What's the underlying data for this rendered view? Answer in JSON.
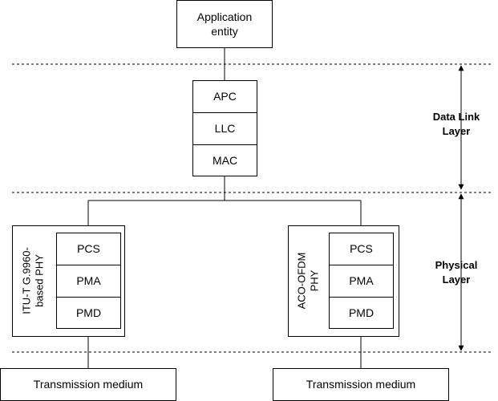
{
  "application": {
    "label": "Application\nentity"
  },
  "data_link_stack": [
    "APC",
    "LLC",
    "MAC"
  ],
  "phy_left": {
    "title": "ITU-T G.9960-\nbased PHY",
    "sublayers": [
      "PCS",
      "PMA",
      "PMD"
    ]
  },
  "phy_right": {
    "title": "ACO-OFDM\nPHY",
    "sublayers": [
      "PCS",
      "PMA",
      "PMD"
    ]
  },
  "medium_left": {
    "label": "Transmission medium"
  },
  "medium_right": {
    "label": "Transmission medium"
  },
  "layers": {
    "data_link": "Data Link\nLayer",
    "physical": "Physical\nLayer"
  },
  "colors": {
    "line": "#000000",
    "background": "#ffffff"
  }
}
